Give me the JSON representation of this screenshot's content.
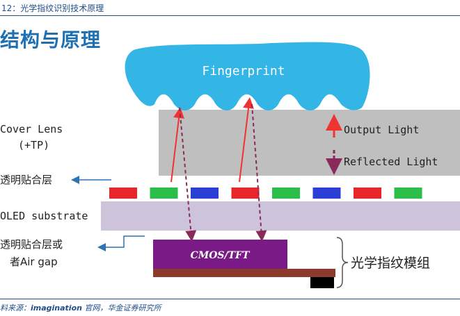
{
  "header": {
    "title": "12：光学指纹识别技术原理"
  },
  "main_title": "结构与原理",
  "diagram": {
    "fingerprint_label": "Fingerprint",
    "cover_lens_label": "Cover Lens",
    "cover_lens_sub": "(+TP)",
    "output_light_label": "Output Light",
    "reflected_light_label": "Reflected Light",
    "adhesive_label": "透明贴合层",
    "oled_label": "OLED substrate",
    "adhesive_air_label_1": "透明贴合层或",
    "adhesive_air_label_2": "者Air gap",
    "sensor_label": "CMOS/TFT",
    "module_label": "光学指纹模组",
    "pixel_colors": [
      "#e8262a",
      "#2bbf4a",
      "#2a3fd6",
      "#e8262a",
      "#2bbf4a",
      "#2a3fd6",
      "#e8262a",
      "#2bbf4a"
    ],
    "colors": {
      "fingerprint": "#33b5e5",
      "cover_lens": "#bfbfbf",
      "oled": "#cdc4dc",
      "sensor": "#7a1a86",
      "module_base": "#8b3a2c",
      "output_arrow": "#e33",
      "reflected_arrow": "#8a2a5a",
      "leader": "#2e74b5"
    }
  },
  "footer": {
    "prefix": "料来源：",
    "source": "imagination",
    "rest": " 官网，华金证券研究所"
  }
}
